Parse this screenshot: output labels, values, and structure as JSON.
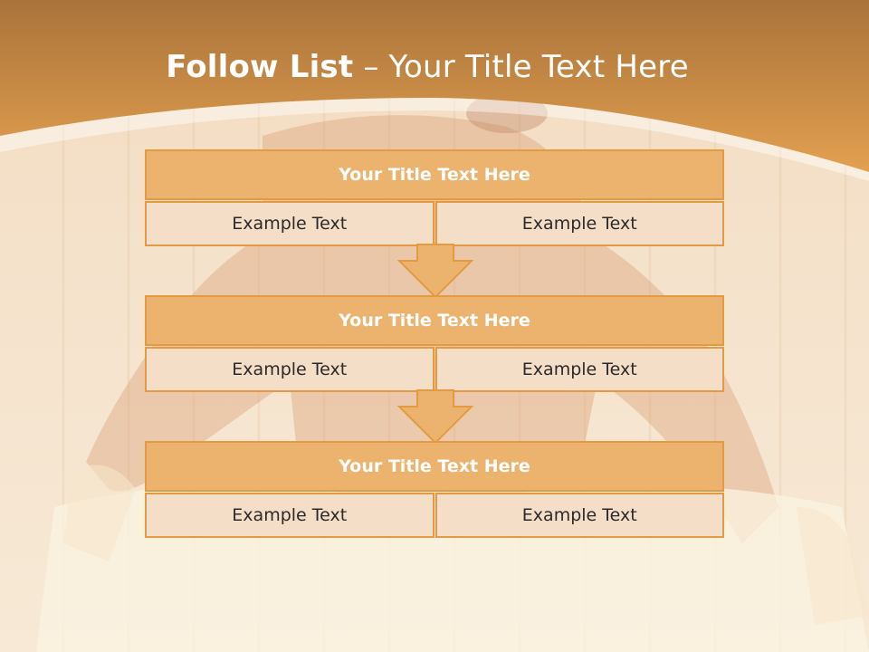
{
  "slide": {
    "title_bold": "Follow List",
    "title_rest": " – Your Title Text Here"
  },
  "steps": [
    {
      "title": "Your Title Text Here",
      "left": "Example Text",
      "right": "Example Text"
    },
    {
      "title": "Your Title Text Here",
      "left": "Example Text",
      "right": "Example Text"
    },
    {
      "title": "Your Title Text Here",
      "left": "Example Text",
      "right": "Example Text"
    }
  ],
  "colors": {
    "header_orange": "#e39a40",
    "box_fill": "#ecb36f",
    "cell_fill": "#f5dec7",
    "border": "#e39a40"
  }
}
